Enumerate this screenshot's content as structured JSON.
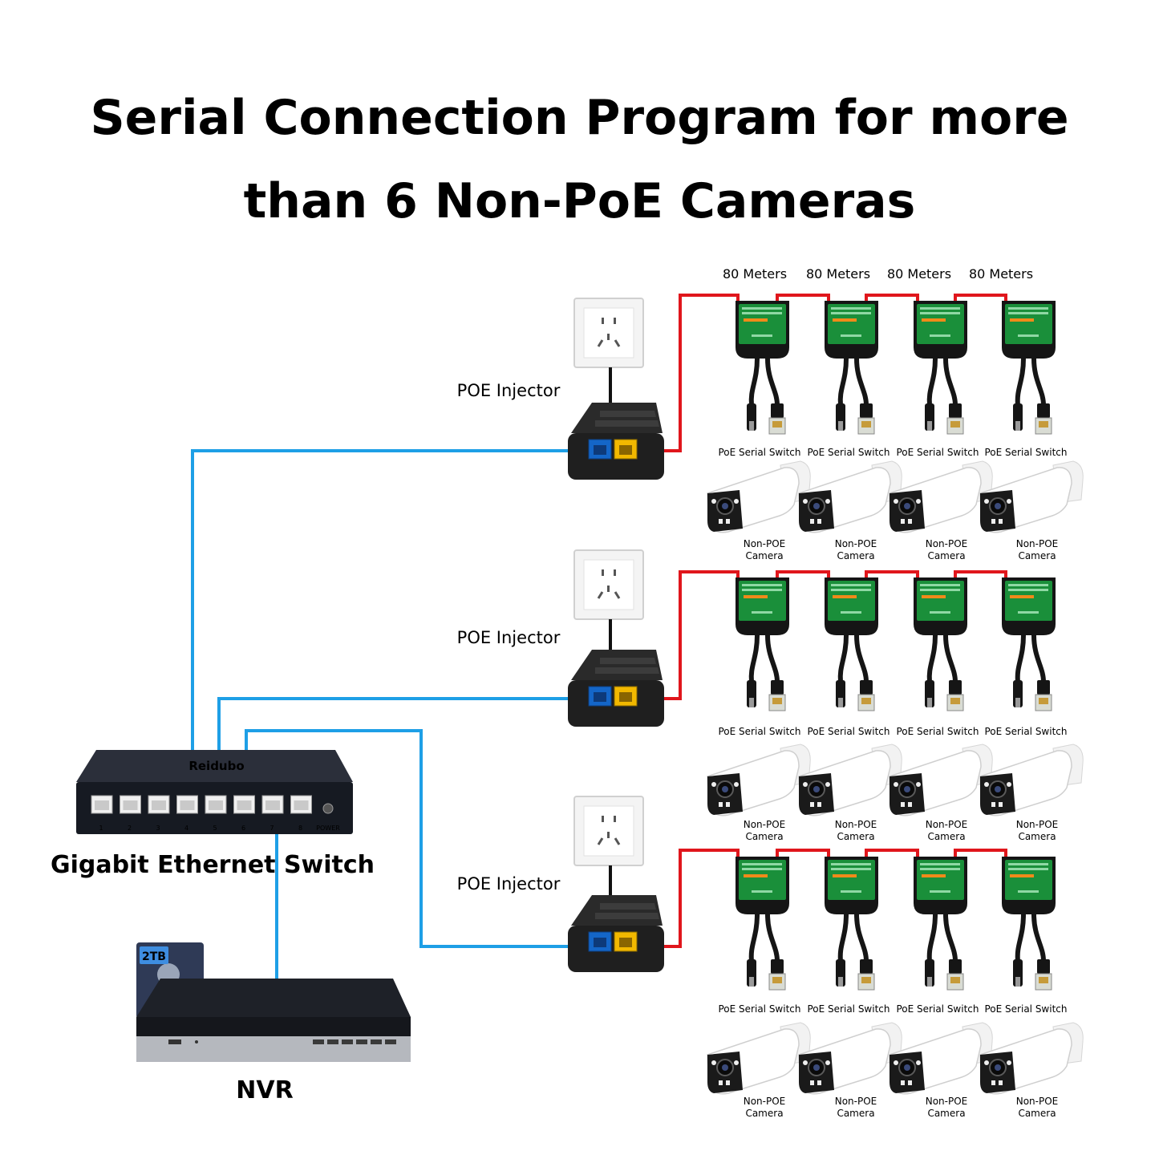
{
  "title": {
    "line1": "Serial Connection Program for more",
    "line2": "than 6 Non-PoE Cameras"
  },
  "distance_labels": [
    "80 Meters",
    "80 Meters",
    "80 Meters",
    "80 Meters"
  ],
  "injector_label": "POE Injector",
  "serial_switch_label": "PoE Serial Switch",
  "camera_label_line1": "Non-POE",
  "camera_label_line2": "Camera",
  "ethernet_switch": {
    "label": "Gigabit Ethernet Switch",
    "brand": "Reidubo",
    "port_numbers": [
      "1",
      "2",
      "3",
      "4",
      "5",
      "6",
      "7",
      "8"
    ],
    "power_label": "POWER"
  },
  "nvr": {
    "label": "NVR",
    "disk_label": "2TB"
  },
  "colors": {
    "lan_cable": "#1e9fe6",
    "poe_cable": "#e0161c",
    "device_black": "#1f1f1f",
    "serial_switch_green": "#1a8f3a",
    "port_blue": "#1466c8",
    "port_yellow": "#f2b800"
  },
  "icons": [
    "wall-socket-icon",
    "poe-injector-icon",
    "poe-serial-switch-icon",
    "camera-icon",
    "ethernet-switch-icon",
    "nvr-icon",
    "hard-drive-icon"
  ]
}
